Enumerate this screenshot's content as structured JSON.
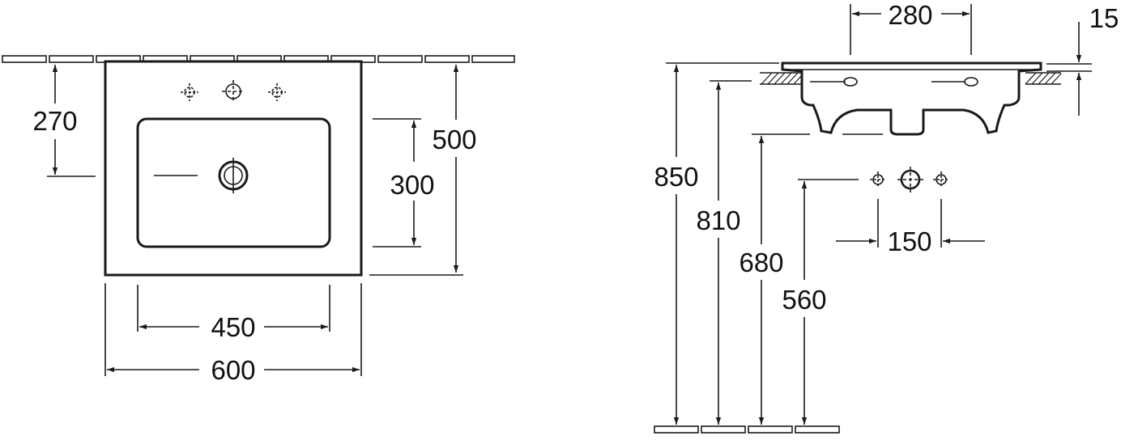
{
  "dimensions": {
    "outer_width": "600",
    "bowl_width": "450",
    "depth": "500",
    "bowl_depth": "300",
    "drain_offset": "270",
    "top_height": "850",
    "bowl_height": "810",
    "pipe_height": "680",
    "supply_height": "560",
    "rim_width": "280",
    "rim_thickness": "15",
    "tap_spacing": "150"
  }
}
